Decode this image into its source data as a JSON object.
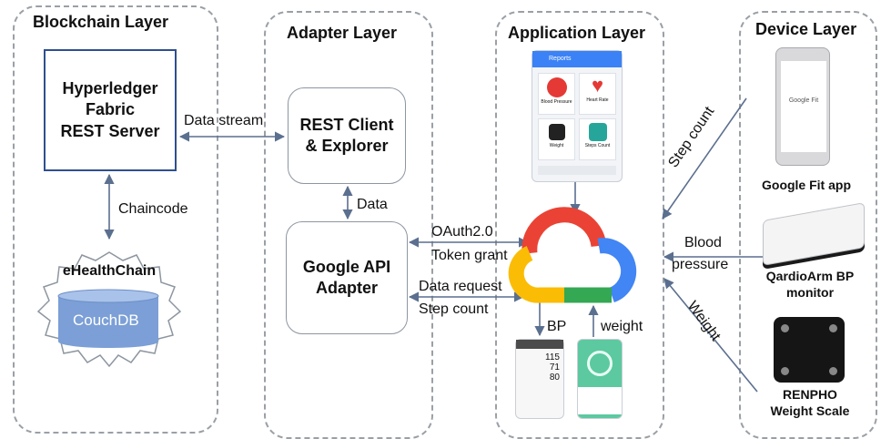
{
  "layers": {
    "blockchain": "Blockchain Layer",
    "adapter": "Adapter Layer",
    "application": "Application Layer",
    "device": "Device Layer"
  },
  "boxes": {
    "hyperledger": [
      "Hyperledger",
      "Fabric",
      "REST Server"
    ],
    "rest_client": [
      "REST Client",
      "& Explorer"
    ],
    "google_api": [
      "Google API",
      "Adapter"
    ],
    "ehealthchain": "eHealthChain",
    "couchdb": "CouchDB"
  },
  "edges": {
    "data_stream": "Data stream",
    "chaincode": "Chaincode",
    "data": "Data",
    "oauth": "OAuth2.0",
    "token_grant": "Token grant",
    "data_request": "Data request",
    "step_count": "Step count",
    "bp": "BP",
    "weight": "weight",
    "step_count_device": "Step count",
    "blood_pressure": [
      "Blood",
      "pressure"
    ],
    "weight_device": "Weight"
  },
  "app": {
    "header": "Reports",
    "tiles": [
      "Blood Pressure",
      "Heart Rate",
      "Weight",
      "Steps Count"
    ],
    "bp_readings": [
      "115",
      "71",
      "80"
    ]
  },
  "devices": {
    "google_fit": "Google Fit app",
    "google_fit_logo": "Google Fit",
    "qardio": [
      "QardioArm BP",
      "monitor"
    ],
    "renpho": [
      "RENPHO",
      "Weight Scale"
    ]
  },
  "colors": {
    "google_blue": "#4285F4",
    "google_red": "#EA4335",
    "google_yellow": "#FBBC05",
    "google_green": "#34A853",
    "couchdb_fill": "#7b9fd6",
    "box_border": "#2f4f8f"
  }
}
